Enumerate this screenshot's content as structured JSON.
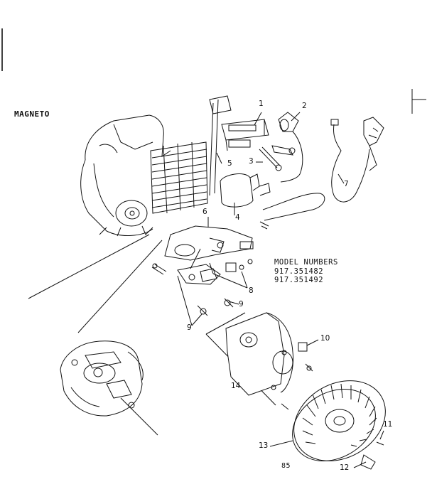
{
  "diagram": {
    "title": "MAGNETO",
    "model_numbers": {
      "heading": "MODEL NUMBERS",
      "numbers": [
        "917.351482",
        "917.351492"
      ]
    },
    "page_code": "85",
    "callouts": [
      "1",
      "2",
      "3",
      "4",
      "5",
      "6",
      "7",
      "8",
      "9",
      "9",
      "10",
      "11",
      "12",
      "13",
      "14"
    ]
  }
}
